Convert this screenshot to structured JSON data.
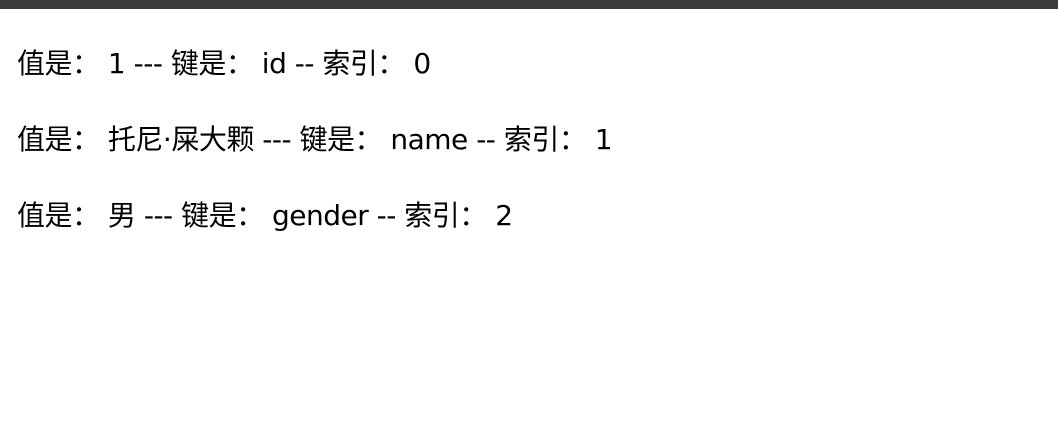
{
  "topbar": {
    "color": "#3b3b3b"
  },
  "lines": [
    {
      "value_label": "值是：",
      "value": "1",
      "sep1": "---",
      "key_label": "键是：",
      "key": "id",
      "sep2": "--",
      "index_label": "索引：",
      "index": "0"
    },
    {
      "value_label": "值是：",
      "value": "托尼·屎大颗",
      "sep1": "---",
      "key_label": "键是：",
      "key": "name",
      "sep2": "--",
      "index_label": "索引：",
      "index": "1"
    },
    {
      "value_label": "值是：",
      "value": "男",
      "sep1": "---",
      "key_label": "键是：",
      "key": "gender",
      "sep2": "--",
      "index_label": "索引：",
      "index": "2"
    }
  ]
}
